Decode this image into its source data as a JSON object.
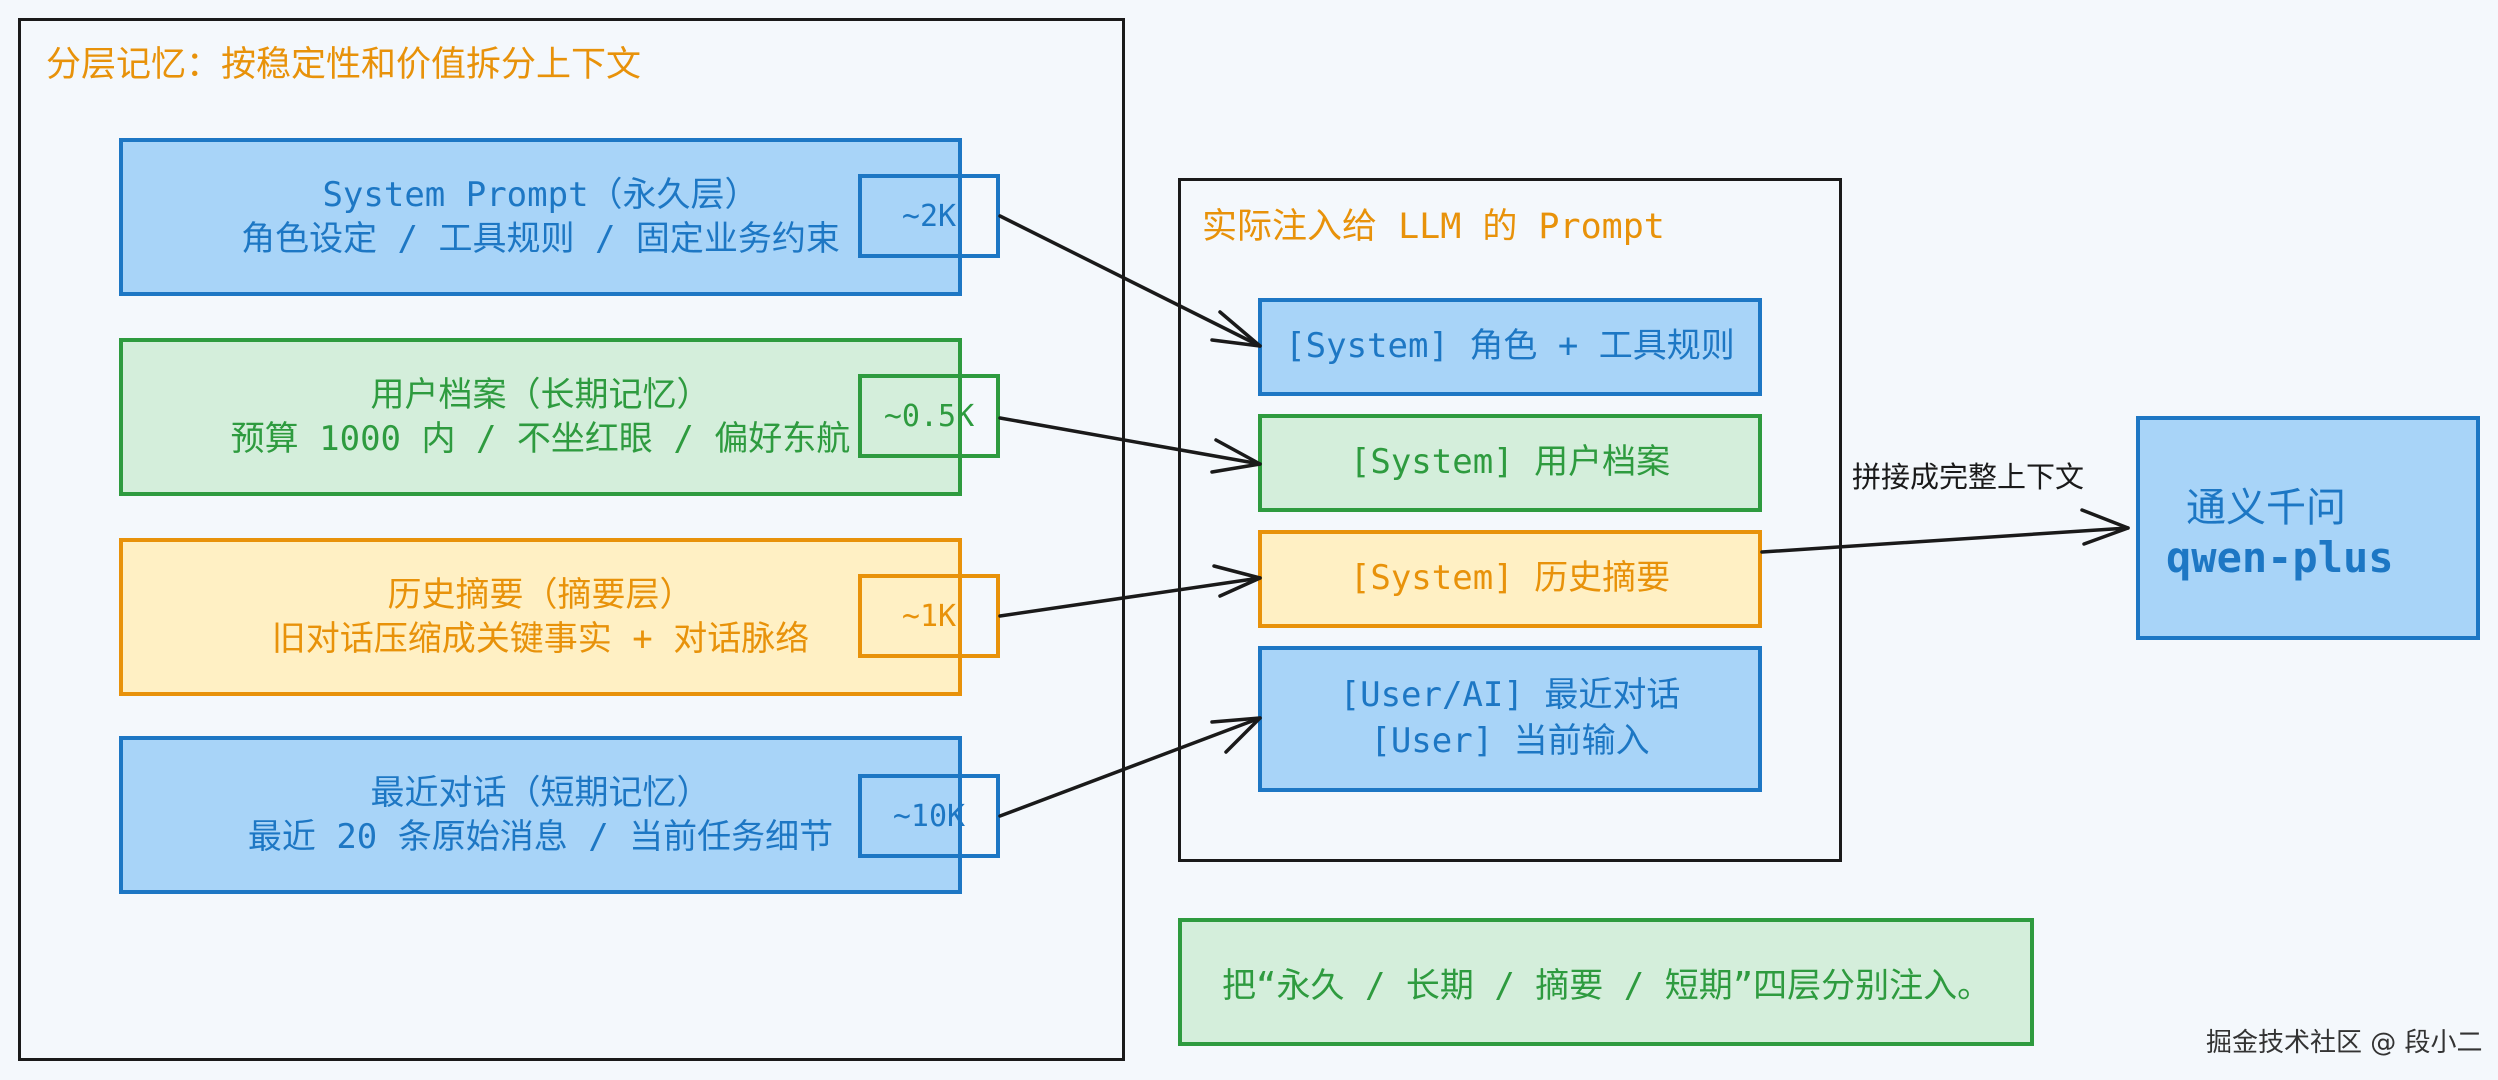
{
  "left_group": {
    "title": "分层记忆：按稳定性和价值拆分上下文"
  },
  "layers": [
    {
      "line1": "System Prompt（永久层）",
      "line2": "角色设定 / 工具规则 / 固定业务约束",
      "tokens": "~2K",
      "color": "blue"
    },
    {
      "line1": "用户档案（长期记忆）",
      "line2": "预算 1000 内 / 不坐红眼 / 偏好东航",
      "tokens": "~0.5K",
      "color": "green"
    },
    {
      "line1": "历史摘要（摘要层）",
      "line2": "旧对话压缩成关键事实 + 对话脉络",
      "tokens": "~1K",
      "color": "yellow"
    },
    {
      "line1": "最近对话（短期记忆）",
      "line2": "最近 20 条原始消息 / 当前任务细节",
      "tokens": "~10K",
      "color": "blue"
    }
  ],
  "prompt_group": {
    "title": "实际注入给 LLM 的 Prompt",
    "items": [
      {
        "line1": "[System] 角色 + 工具规则",
        "line2": "",
        "color": "blue"
      },
      {
        "line1": "[System] 用户档案",
        "line2": "",
        "color": "green"
      },
      {
        "line1": "[System] 历史摘要",
        "line2": "",
        "color": "yellow"
      },
      {
        "line1": "[User/AI] 最近对话",
        "line2": "[User] 当前输入",
        "color": "blue"
      }
    ]
  },
  "edge_label": "拼接成完整上下文",
  "llm": {
    "name": "通义千问",
    "model": "qwen-plus"
  },
  "note": "把“永久 / 长期 / 摘要 / 短期”四层分别注入。",
  "watermark": "掘金技术社区 @ 段小二",
  "colors": {
    "blue": "#1d77c4",
    "green": "#2e9b3f",
    "orange": "#e8920a",
    "line": "#1a1a1a"
  }
}
